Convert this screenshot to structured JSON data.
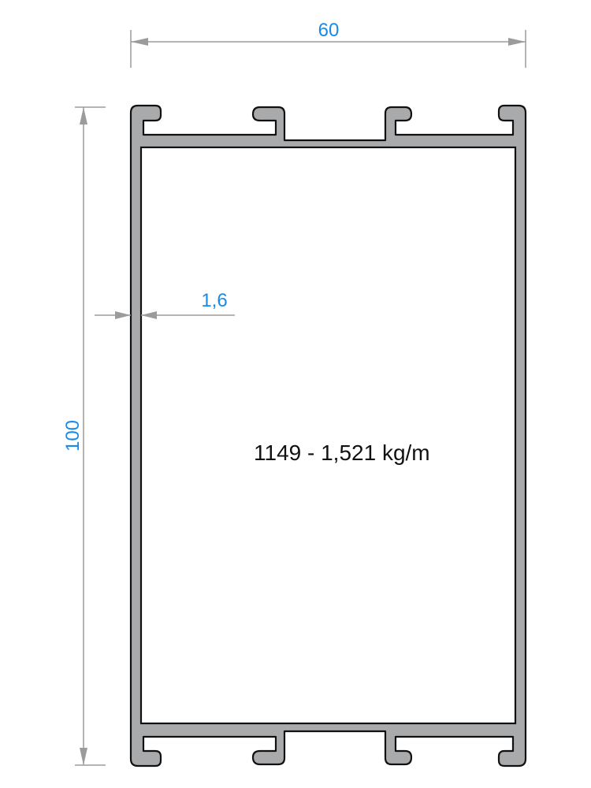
{
  "dimensions": {
    "width": "60",
    "height": "100",
    "wall_thickness": "1,6"
  },
  "profile": {
    "label": "1149 - 1,521 kg/m"
  },
  "colors": {
    "dimension_text": "#1a8ae6",
    "dimension_line": "#9b9b9b",
    "profile_fill": "#a9aaab",
    "outline": "#111111",
    "label_text": "#111111"
  }
}
